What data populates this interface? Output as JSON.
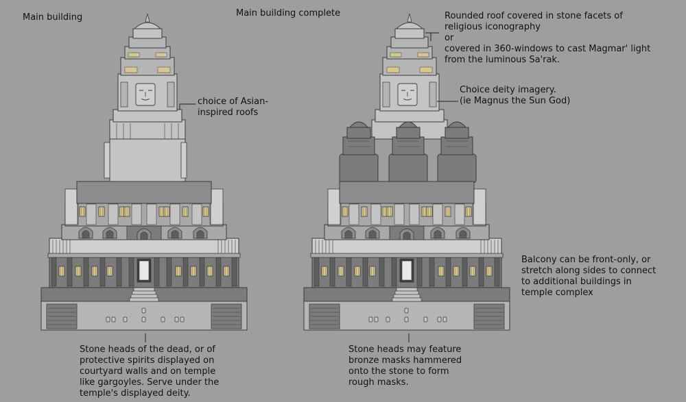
{
  "labels": {
    "main_building": "Main building",
    "main_building_complete": "Main building complete",
    "asian_roofs": "choice of Asian-\ninspired roofs",
    "rounded_roof": "Rounded roof covered in stone facets of\nreligious iconography\nor\ncovered in 360-windows to cast Magmar' light\nfrom the luminous Sa'rak.",
    "deity_imagery": "Choice deity imagery.\n(ie Magnus the Sun God)",
    "balcony": "Balcony can be front-only, or\nstretch along sides to connect\nto additional buildings in\ntemple complex",
    "stone_heads": "Stone heads of the dead, or of\nprotective spirits displayed on\ncourtyard walls and on temple\nlike gargoyles. Serve under the\ntemple's displayed deity.",
    "bronze_masks": "Stone heads may feature\nbronze masks hammered\nonto the stone to form\nrough masks."
  },
  "colors": {
    "background": "#9e9e9e",
    "stone_light": "#c4c4c4",
    "stone_mid": "#a9a9a9",
    "stone_dark": "#7c7c7c",
    "stone_darker": "#5e5e5e",
    "outline": "#3a3a3a",
    "window_gold": "#d8c890"
  }
}
